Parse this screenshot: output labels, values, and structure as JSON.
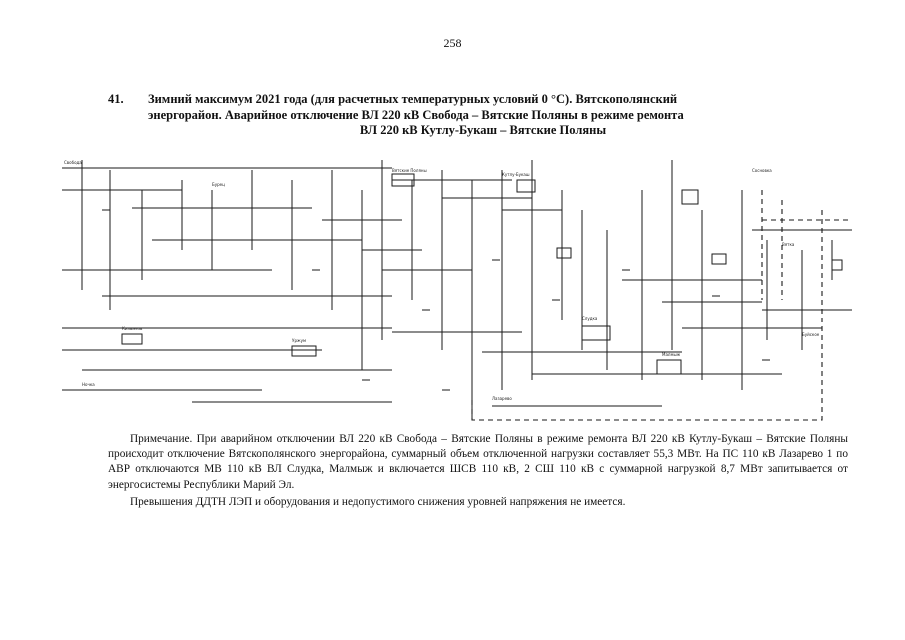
{
  "page": {
    "number": "258"
  },
  "heading": {
    "number": "41.",
    "line1": "Зимний максимум 2021 года (для расчетных температурных условий 0 °С). Вятскополянский",
    "line2": "энергорайон. Аварийное отключение ВЛ 220 кВ Свобода – Вятские Поляны в режиме ремонта",
    "line3": "ВЛ 220 кВ Кутлу-Букаш – Вятские Поляны"
  },
  "diagram": {
    "kind": "power grid single-line diagram",
    "colors": {
      "line": "#1a1a1a",
      "dashed": "#1a1a1a",
      "background": "#ffffff"
    },
    "labels": [
      "Свобода",
      "Бурец",
      "Вятские Поляны",
      "Кутлу-Букаш",
      "Слудка",
      "Малмыж",
      "Лазарево",
      "Кильмезь",
      "Уржум",
      "Сосновка",
      "Вятка",
      "Буйское",
      "Ночка"
    ]
  },
  "note": {
    "paragraph1": "Примечание. При аварийном отключении ВЛ 220 кВ Свобода – Вятские Поляны в режиме ремонта ВЛ 220 кВ Кутлу-Букаш – Вятские Поляны происходит отключение Вятскополянского энергорайона, суммарный объем отключенной нагрузки составляет 55,3 МВт. На ПС 110 кВ Лазарево 1 по АВР отключаются МВ 110 кВ ВЛ Слудка, Малмыж и включается ШСВ 110 кВ, 2 СШ 110 кВ с суммарной нагрузкой 8,7 МВт запитывается от энергосистемы Республики Марий Эл.",
    "paragraph2": "Превышения ДДТН ЛЭП и оборудования и недопустимого снижения уровней напряжения не имеется."
  }
}
